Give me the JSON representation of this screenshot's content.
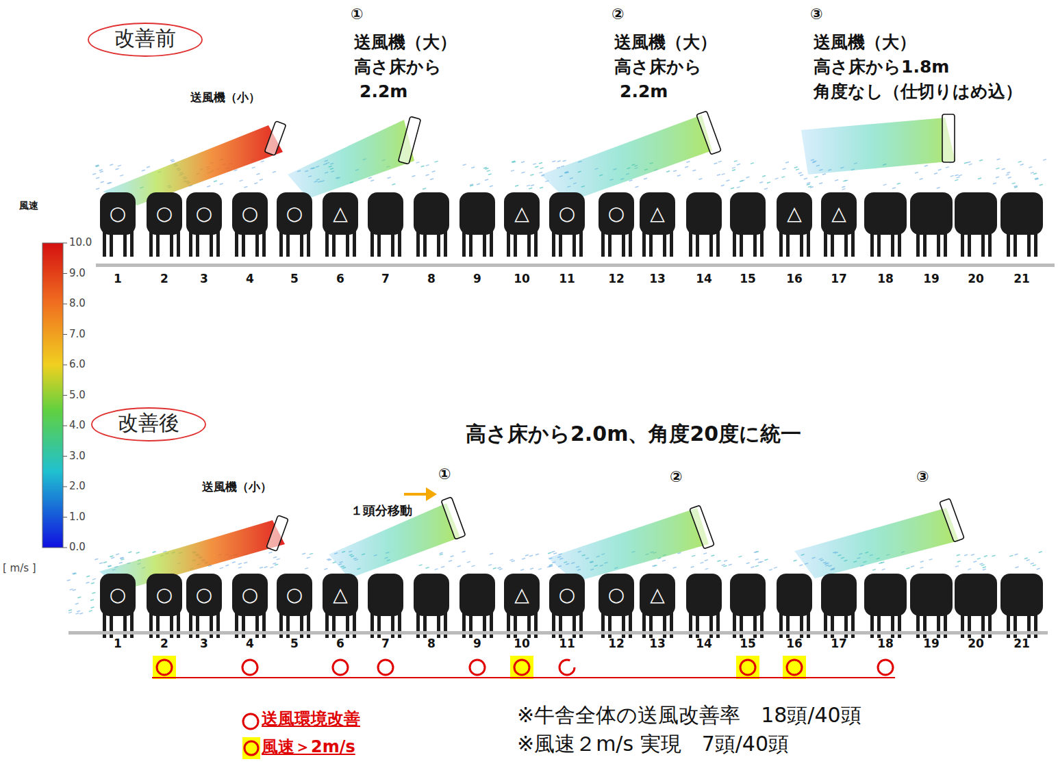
{
  "diagram": {
    "nodes": [
      {
        "text": [
          "改善前"
        ]
      },
      {
        "text": [
          "改善後"
        ]
      }
    ],
    "labels": [
      "①",
      "送風機（大）",
      "高さ床から",
      "2.2m",
      "②",
      "送風機（大）",
      "高さ床から",
      "2.2m",
      "③",
      "送風機（大）",
      "高さ床から1.8m",
      "角度なし（仕切りはめ込）",
      "送風機（小）",
      "風速",
      "10.0",
      "9.0",
      "8.0",
      "7.0",
      "6.0",
      "5.0",
      "4.0",
      "3.0",
      "2.0",
      "1.0",
      "0.0",
      "[ m/s ]",
      "○",
      "○",
      "○",
      "○",
      "○",
      "△",
      "△",
      "○",
      "○",
      "△",
      "△",
      "△",
      "1",
      "2",
      "3",
      "4",
      "5",
      "6",
      "7",
      "8",
      "9",
      "10",
      "11",
      "12",
      "13",
      "14",
      "15",
      "16",
      "17",
      "18",
      "19",
      "20",
      "21",
      "高さ床から2.0m、角度20度に統一",
      "送風機（小）",
      "①",
      "１頭分移動",
      "②",
      "③",
      "○",
      "○",
      "○",
      "○",
      "○",
      "△",
      "△",
      "○",
      "○",
      "△",
      "1",
      "2",
      "3",
      "4",
      "5",
      "6",
      "7",
      "8",
      "9",
      "10",
      "11",
      "12",
      "13",
      "14",
      "15",
      "16",
      "17",
      "18",
      "19",
      "20",
      "21",
      "※牛舎全体の送風改善率　18頭/40頭",
      "※風速２m/s 実現　7頭/40頭"
    ],
    "legend": [
      {
        "text": "送風環境改善"
      },
      {
        "text": "風速＞2m/s",
        "color": "#ffff00"
      }
    ]
  }
}
